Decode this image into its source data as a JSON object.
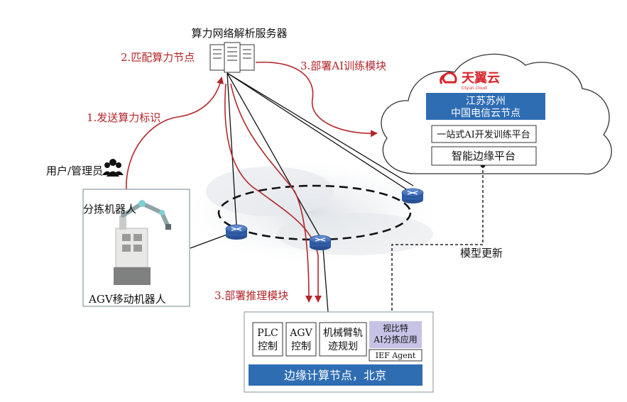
{
  "server": {
    "title": "算力网络解析服务器"
  },
  "steps": {
    "step1": "1.发送算力标识",
    "step2": "2.匹配算力节点",
    "step3_train": "3.部署AI训练模块",
    "step3_infer": "3.部署推理模块"
  },
  "user": {
    "label": "用户/管理员"
  },
  "cloud": {
    "logo_text": "天翼云",
    "logo_sub": "Ctyun cloud",
    "node_line1": "江苏苏州",
    "node_line2": "中国电信云节点",
    "platform1": "一站式AI开发训练平台",
    "platform2": "智能边缘平台"
  },
  "model_update": "模型更新",
  "robot": {
    "arm_label": "分拣机器人",
    "agv_label": "AGV移动机器人"
  },
  "edge": {
    "modules": [
      {
        "line1": "PLC",
        "line2": "控制"
      },
      {
        "line1": "AGV",
        "line2": "控制"
      },
      {
        "line1": "机械臂轨",
        "line2": "迹规划"
      }
    ],
    "app_line1": "视比特",
    "app_line2": "AI分拣应用",
    "agent": "IEF Agent",
    "node_label": "边缘计算节点，北京"
  },
  "colors": {
    "red": "#b3262a",
    "blue_bar": "#2f6db3",
    "cloud_logo_red": "#d9252b",
    "app_bg": "#c7c3e6",
    "router_blue": "#3a69b8"
  }
}
